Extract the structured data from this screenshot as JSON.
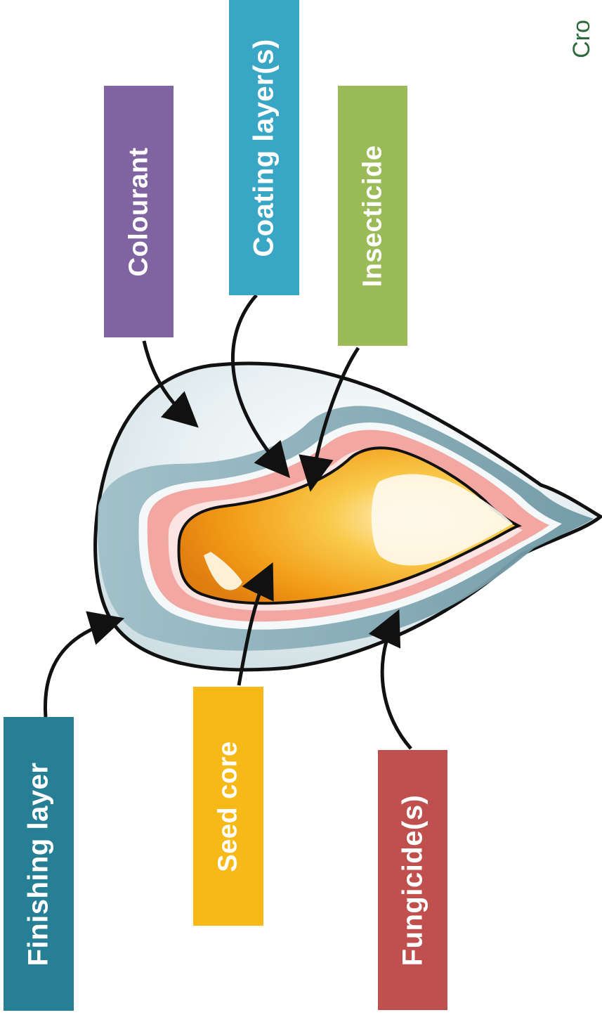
{
  "labels": {
    "colourant": "Colourant",
    "coating": "Coating layer(s)",
    "insecticide": "Insecticide",
    "finishing": "Finishing layer",
    "seed_core": "Seed core",
    "fungicide": "Fungicide(s)"
  },
  "brand_text": "Cro",
  "colors": {
    "colourant": "#8064a2",
    "coating": "#3aa6c6",
    "insecticide": "#9bbb59",
    "finishing": "#277f95",
    "seed_core": "#f6b918",
    "fungicide": "#c0504d",
    "outer_shell": "#6b97a4",
    "pink_layer": "#f0a4a0",
    "core": "#f3a21a",
    "brand": "#2e6b3a"
  }
}
